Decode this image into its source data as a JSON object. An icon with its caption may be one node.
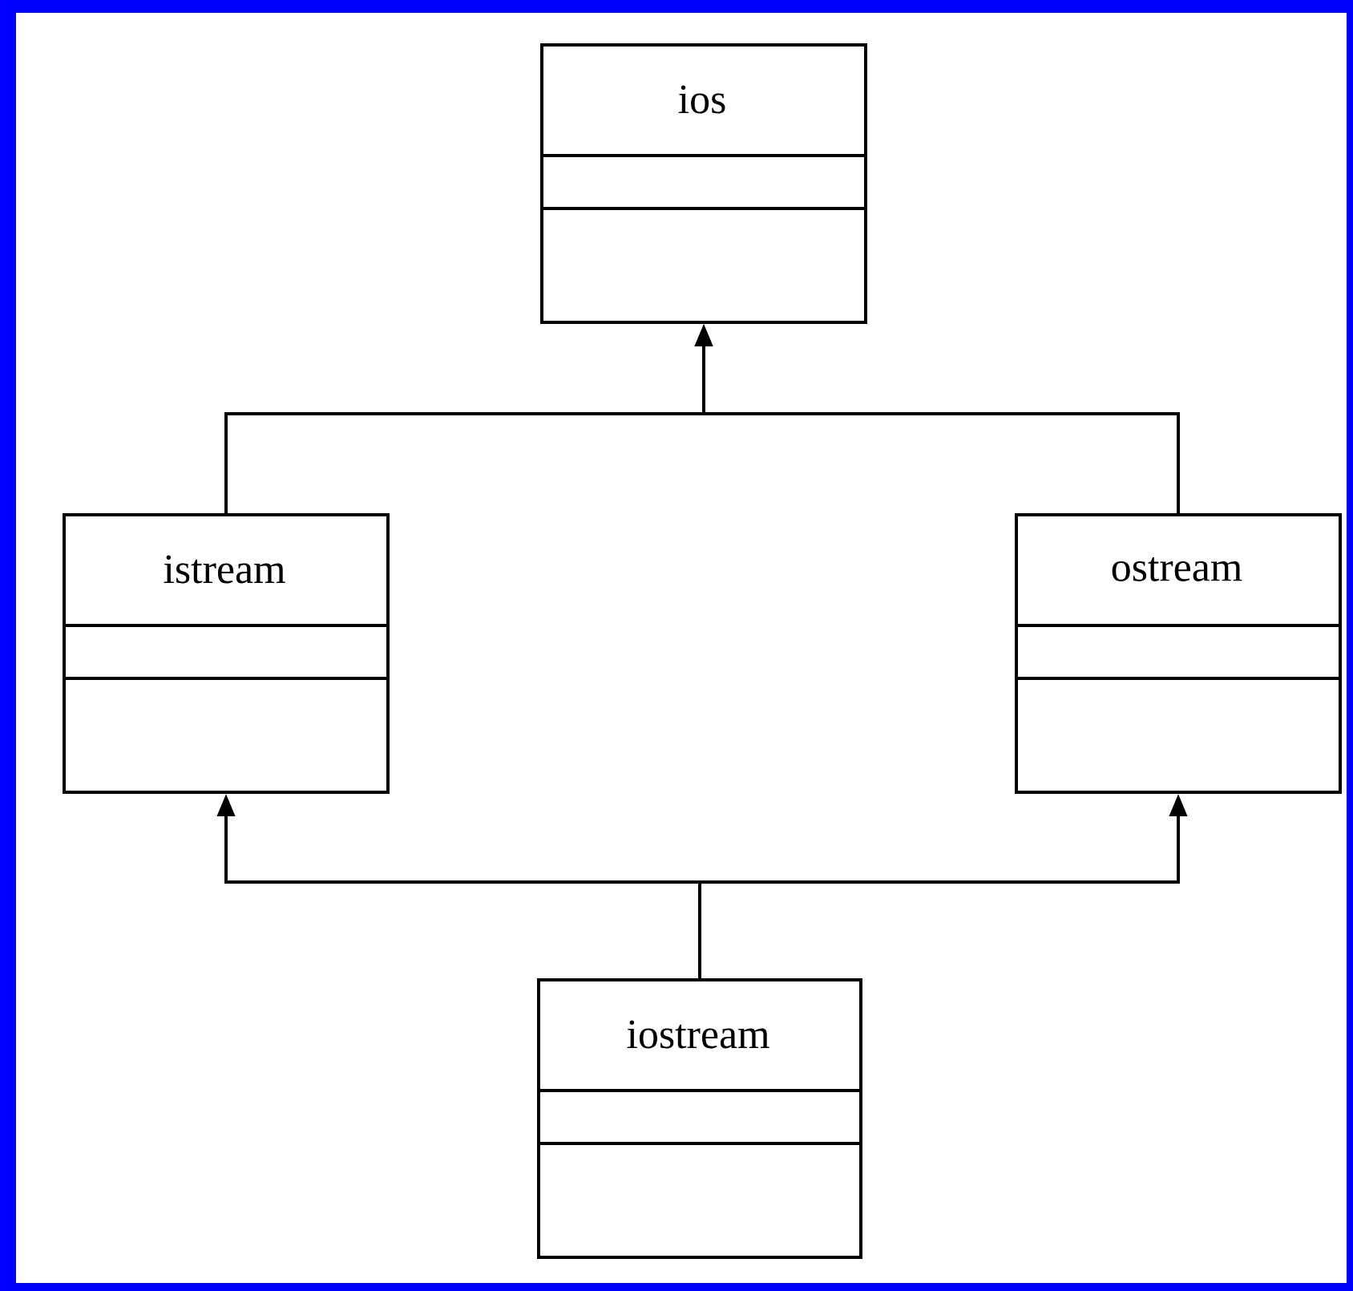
{
  "diagram": {
    "nodes": [
      {
        "text": [
          "ios"
        ]
      },
      {
        "text": [
          "istream"
        ]
      },
      {
        "text": [
          "ostream"
        ]
      },
      {
        "text": [
          "iostream"
        ]
      }
    ],
    "edges": [
      {
        "from": 1,
        "to": 0,
        "arrow": "to"
      },
      {
        "from": 2,
        "to": 0,
        "arrow": "to"
      },
      {
        "from": 3,
        "to": 1,
        "arrow": "to"
      },
      {
        "from": 3,
        "to": 2,
        "arrow": "to"
      }
    ]
  }
}
